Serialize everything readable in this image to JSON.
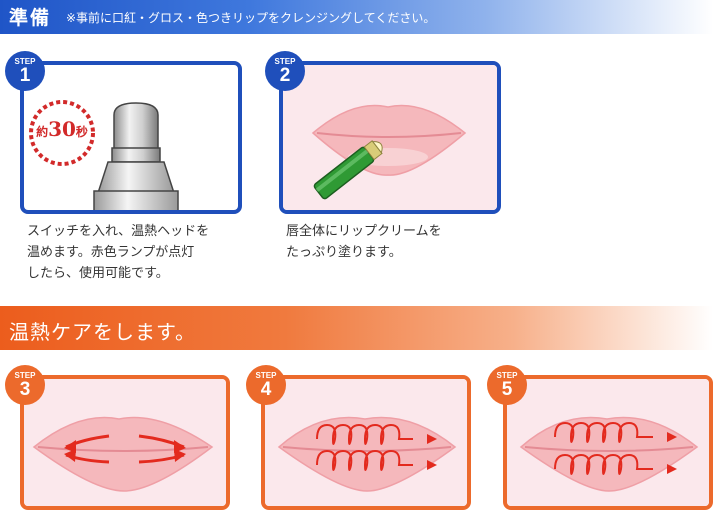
{
  "prep_header": {
    "title": "準備",
    "note": "※事前に口紅・グロス・色つきリップをクレンジングしてください。"
  },
  "care_header": {
    "title": "温熱ケアをします。"
  },
  "colors": {
    "blue": "#1f4fbb",
    "orange": "#ec6a2c",
    "lips": "#f5b8bc",
    "arrow": "#e32a1e"
  },
  "steps": [
    {
      "label": "STEP",
      "number": "1",
      "timer_prefix": "約",
      "timer_value": "30",
      "timer_suffix": "秒",
      "icon": "heated-device-head-icon",
      "lines": [
        "スイッチを入れ、温熱ヘッドを",
        "温めます。赤色ランプが点灯",
        "したら、使用可能です。"
      ]
    },
    {
      "label": "STEP",
      "number": "2",
      "icon": "lip-balm-icon",
      "lines": [
        "唇全体にリップクリームを",
        "たっぷり塗ります。"
      ]
    },
    {
      "label": "STEP",
      "number": "3",
      "icon": "lips-outward-arrows-icon"
    },
    {
      "label": "STEP",
      "number": "4",
      "icon": "lips-spiral-outward-icon"
    },
    {
      "label": "STEP",
      "number": "5",
      "icon": "lips-spiral-inward-icon"
    }
  ]
}
